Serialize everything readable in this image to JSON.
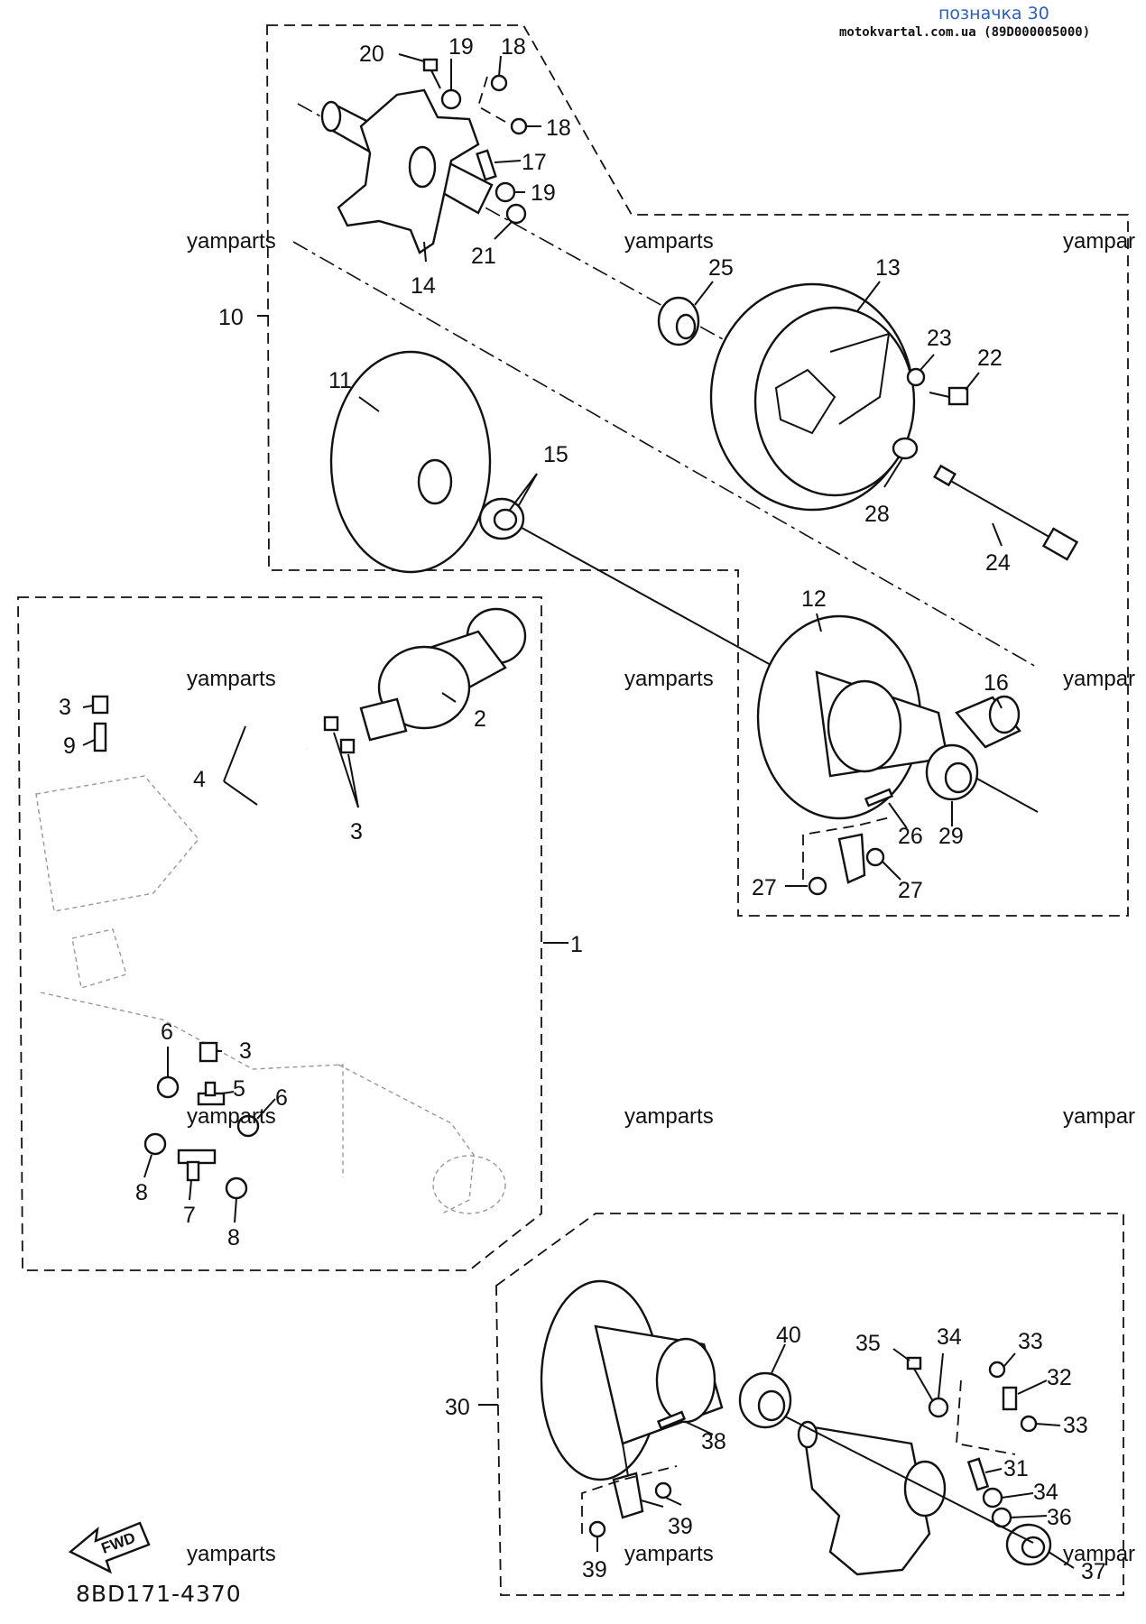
{
  "header": {
    "title": "позначка 30",
    "subtitle": "motokvartal.com.ua (89D000005000)"
  },
  "footer": {
    "code": "8BD171-4370"
  },
  "watermark": "yamparts",
  "watermark_clipped": "yampar",
  "fwd_label": "FWD",
  "callouts": [
    {
      "id": "c20",
      "text": "20"
    },
    {
      "id": "c19a",
      "text": "19"
    },
    {
      "id": "c18a",
      "text": "18"
    },
    {
      "id": "c18b",
      "text": "18"
    },
    {
      "id": "c17",
      "text": "17"
    },
    {
      "id": "c19b",
      "text": "19"
    },
    {
      "id": "c21",
      "text": "21"
    },
    {
      "id": "c14",
      "text": "14"
    },
    {
      "id": "c25",
      "text": "25"
    },
    {
      "id": "c13",
      "text": "13"
    },
    {
      "id": "c23",
      "text": "23"
    },
    {
      "id": "c22",
      "text": "22"
    },
    {
      "id": "c10",
      "text": "10"
    },
    {
      "id": "c11",
      "text": "11"
    },
    {
      "id": "c15",
      "text": "15"
    },
    {
      "id": "c28",
      "text": "28"
    },
    {
      "id": "c24",
      "text": "24"
    },
    {
      "id": "c12",
      "text": "12"
    },
    {
      "id": "c16",
      "text": "16"
    },
    {
      "id": "c26",
      "text": "26"
    },
    {
      "id": "c29",
      "text": "29"
    },
    {
      "id": "c27a",
      "text": "27"
    },
    {
      "id": "c27b",
      "text": "27"
    },
    {
      "id": "c3a",
      "text": "3"
    },
    {
      "id": "c9",
      "text": "9"
    },
    {
      "id": "c2",
      "text": "2"
    },
    {
      "id": "c4",
      "text": "4"
    },
    {
      "id": "c3b",
      "text": "3"
    },
    {
      "id": "c1",
      "text": "1"
    },
    {
      "id": "c6a",
      "text": "6"
    },
    {
      "id": "c3c",
      "text": "3"
    },
    {
      "id": "c5",
      "text": "5"
    },
    {
      "id": "c6b",
      "text": "6"
    },
    {
      "id": "c8a",
      "text": "8"
    },
    {
      "id": "c7",
      "text": "7"
    },
    {
      "id": "c8b",
      "text": "8"
    },
    {
      "id": "c40",
      "text": "40"
    },
    {
      "id": "c35",
      "text": "35"
    },
    {
      "id": "c34a",
      "text": "34"
    },
    {
      "id": "c33a",
      "text": "33"
    },
    {
      "id": "c32",
      "text": "32"
    },
    {
      "id": "c33b",
      "text": "33"
    },
    {
      "id": "c30",
      "text": "30"
    },
    {
      "id": "c38",
      "text": "38"
    },
    {
      "id": "c31",
      "text": "31"
    },
    {
      "id": "c34b",
      "text": "34"
    },
    {
      "id": "c36",
      "text": "36"
    },
    {
      "id": "c39a",
      "text": "39"
    },
    {
      "id": "c39b",
      "text": "39"
    },
    {
      "id": "c37",
      "text": "37"
    }
  ]
}
